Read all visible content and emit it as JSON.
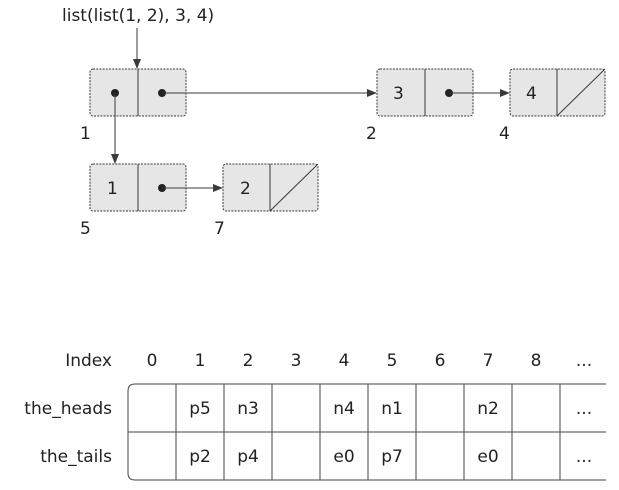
{
  "expression": "list(list(1, 2), 3, 4)",
  "pairs": [
    {
      "id": "pair-1",
      "first": "",
      "address": "1"
    },
    {
      "id": "pair-2",
      "first": "3",
      "address": "2"
    },
    {
      "id": "pair-4",
      "first": "4",
      "address": "4"
    },
    {
      "id": "pair-5",
      "first": "1",
      "address": "5"
    },
    {
      "id": "pair-7",
      "first": "2",
      "address": "7"
    }
  ],
  "table": {
    "header_label": "Index",
    "indices": [
      "0",
      "1",
      "2",
      "3",
      "4",
      "5",
      "6",
      "7",
      "8",
      "..."
    ],
    "rows": [
      {
        "label": "the_heads",
        "cells": [
          "",
          "p5",
          "n3",
          "",
          "n4",
          "n1",
          "",
          "n2",
          "",
          "..."
        ]
      },
      {
        "label": "the_tails",
        "cells": [
          "",
          "p2",
          "p4",
          "",
          "e0",
          "p7",
          "",
          "e0",
          "",
          "..."
        ]
      }
    ]
  }
}
